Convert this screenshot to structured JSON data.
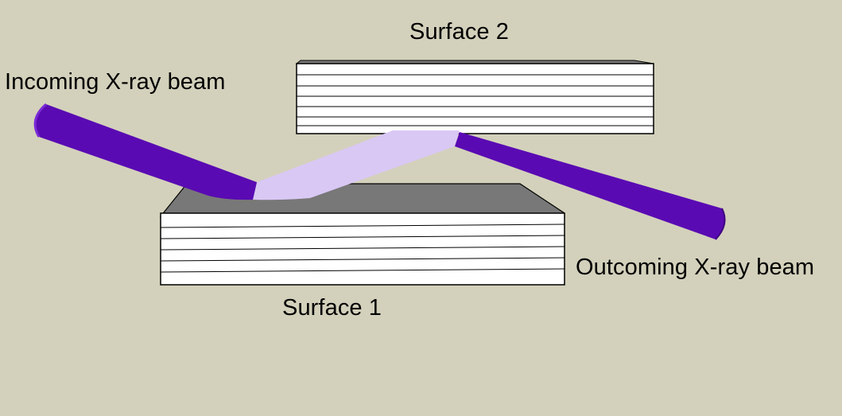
{
  "labels": {
    "surface_top": "Surface 2",
    "surface_bottom": "Surface 1",
    "incoming_beam": "Incoming X-ray beam",
    "outgoing_beam": "Outcoming X-ray beam"
  },
  "colors": {
    "background": "#d3d1bb",
    "beam": "#5a0ab3",
    "beam_highlight": "#7a2ad6",
    "beam_reflected_section": "#d9c8f4",
    "slab_face": "#ffffff",
    "slab_top": "#787878",
    "slab_lines": "#000000"
  }
}
